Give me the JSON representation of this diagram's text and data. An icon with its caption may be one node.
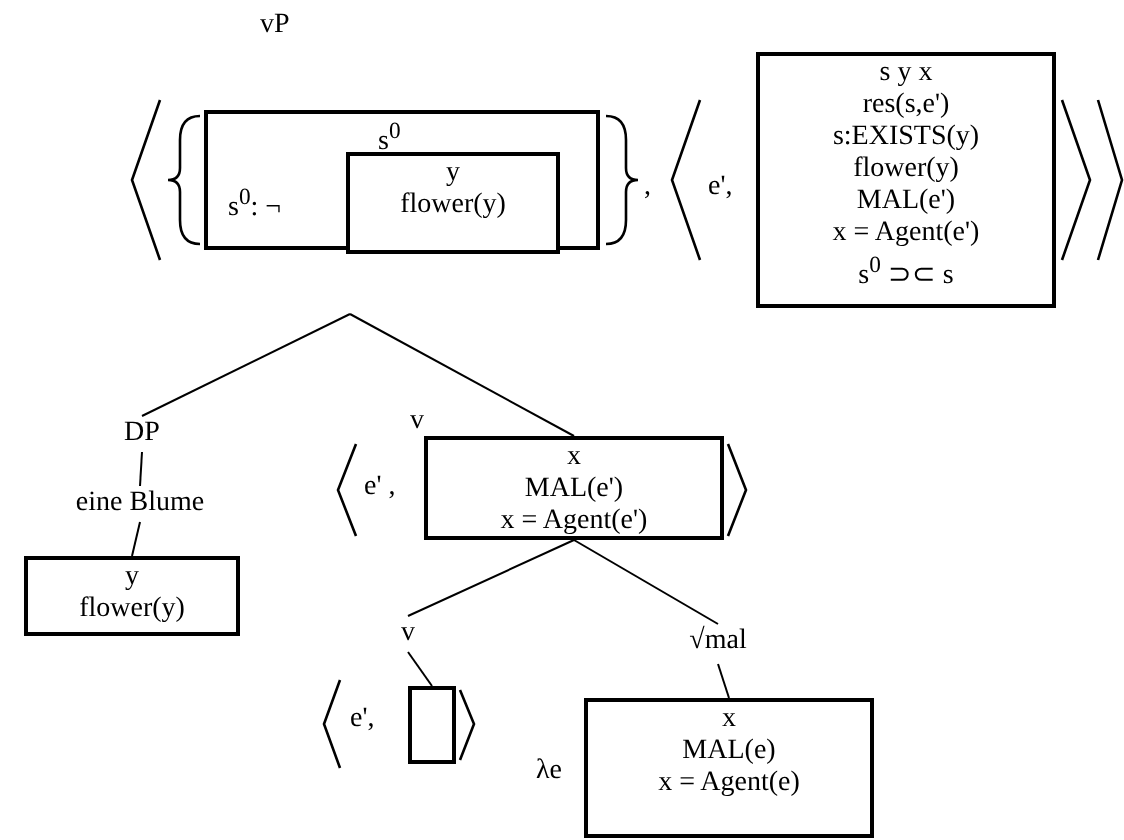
{
  "diagram": {
    "nodes": [
      {
        "text": [
          "vP"
        ]
      },
      {
        "text": [
          "s$^{0}$",
          "s$^{0}$: ¬"
        ],
        "in": 0
      },
      {
        "text": [
          "y",
          "flower(y)"
        ],
        "in": 1
      },
      {
        "text": [
          "s y x",
          "res(s,e')",
          "s:EXISTS(y)",
          "flower(y)",
          "MAL(e')",
          "x = Agent(e')",
          "s$^{0}$ ⊃⊂ s"
        ],
        "in": 0,
        "beside": [
          "e',"
        ]
      },
      {
        "text": [
          "DP"
        ]
      },
      {
        "text": [
          "eine Blume"
        ]
      },
      {
        "text": [
          "y",
          "flower(y)"
        ]
      },
      {
        "text": [
          "x",
          "MAL(e')",
          "x = Agent(e')"
        ],
        "beside": [
          "v",
          "e' ,"
        ]
      },
      {
        "text": [
          "v"
        ]
      },
      {
        "text": [],
        "shape": "box",
        "beside": [
          "e',"
        ]
      },
      {
        "text": [
          "√mal"
        ]
      },
      {
        "text": [
          "x",
          "MAL(e)",
          "x = Agent(e)"
        ],
        "beside": [
          "λe"
        ]
      }
    ],
    "edges": [
      {
        "from": 0,
        "to": 4,
        "arrow": "none"
      },
      {
        "from": 4,
        "to": 5,
        "arrow": "none"
      },
      {
        "from": 5,
        "to": 6,
        "arrow": "none"
      },
      {
        "from": 0,
        "to": 7,
        "arrow": "none"
      },
      {
        "from": 7,
        "to": 8,
        "arrow": "none"
      },
      {
        "from": 7,
        "to": 10,
        "arrow": "none"
      },
      {
        "from": 8,
        "to": 9,
        "arrow": "none"
      },
      {
        "from": 10,
        "to": 11,
        "arrow": "none"
      }
    ],
    "labels": [
      ","
    ]
  }
}
